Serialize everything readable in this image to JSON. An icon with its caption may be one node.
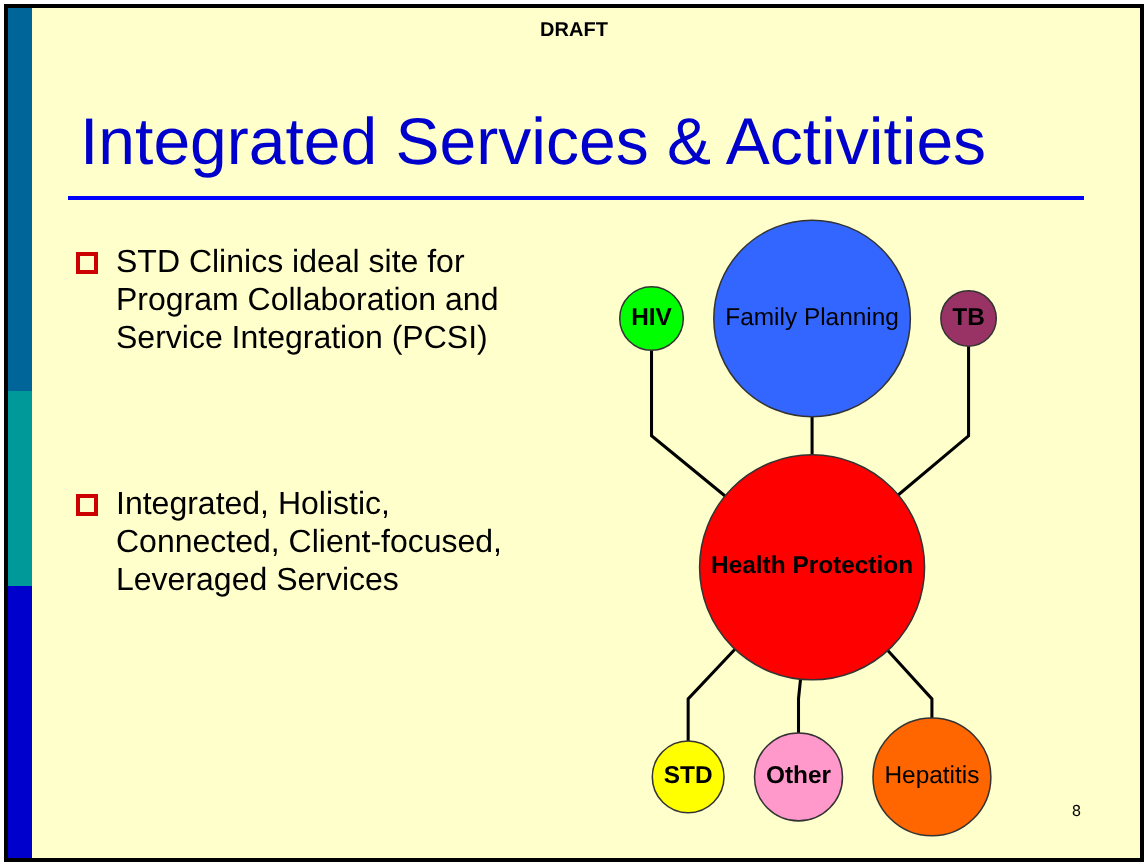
{
  "diagram": {
    "title": "Integrated Services & Activities",
    "nodes": [
      {
        "text": [
          "HIV"
        ]
      },
      {
        "text": [
          "Family Planning"
        ]
      },
      {
        "text": [
          "TB"
        ]
      },
      {
        "text": [
          "Health Protection"
        ]
      },
      {
        "text": [
          "STD"
        ]
      },
      {
        "text": [
          "Other"
        ]
      },
      {
        "text": [
          "Hepatitis"
        ]
      }
    ],
    "edges": [
      {
        "from": 0,
        "to": 3,
        "arrow": "none"
      },
      {
        "from": 1,
        "to": 3,
        "arrow": "none"
      },
      {
        "from": 2,
        "to": 3,
        "arrow": "none"
      },
      {
        "from": 3,
        "to": 4,
        "arrow": "none"
      },
      {
        "from": 3,
        "to": 5,
        "arrow": "none"
      },
      {
        "from": 3,
        "to": 6,
        "arrow": "none"
      }
    ],
    "labels": [
      "DRAFT",
      "STD Clinics ideal site for Program Collaboration and Service Integration (PCSI)",
      "Integrated, Holistic, Connected, Client-focused, Leveraged Services",
      "8"
    ]
  }
}
